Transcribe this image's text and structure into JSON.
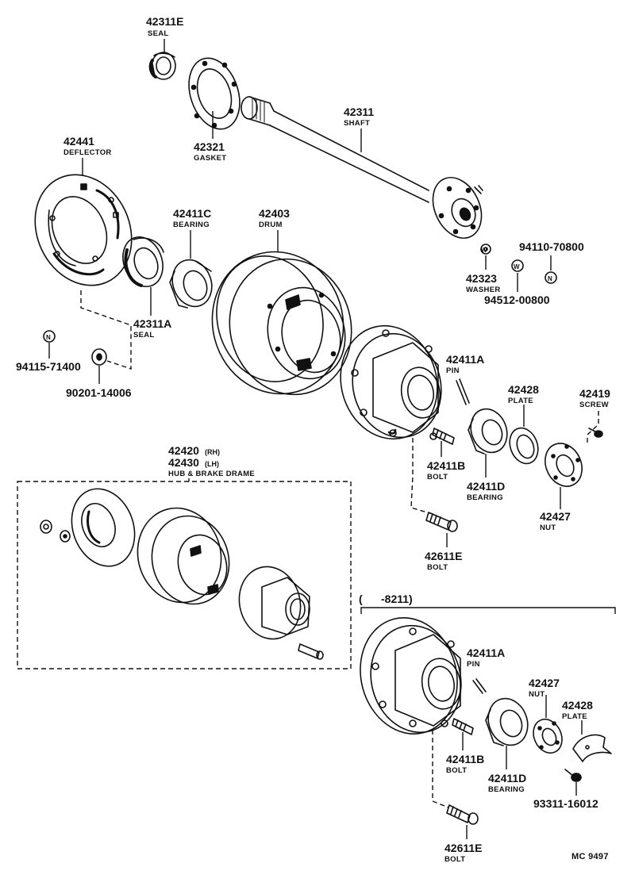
{
  "diagram": {
    "footer_code": "MC 9497",
    "variant_bracket_label": "(      -8211)",
    "labels": {
      "seal_42311e": {
        "number": "42311E",
        "name": "SEAL"
      },
      "gasket_42321": {
        "number": "42321",
        "name": "GASKET"
      },
      "shaft_42311": {
        "number": "42311",
        "name": "SHAFT"
      },
      "deflector_42441": {
        "number": "42441",
        "name": "DEFLECTOR"
      },
      "bearing_42411c": {
        "number": "42411C",
        "name": "BEARING"
      },
      "drum_42403": {
        "number": "42403",
        "name": "DRUM"
      },
      "nut_94110": {
        "number": "94110-70800"
      },
      "washer_42323": {
        "number": "42323",
        "name": "WASHER"
      },
      "washer_94512": {
        "number": "94512-00800"
      },
      "seal_42311a": {
        "number": "42311A",
        "name": "SEAL"
      },
      "nut_94115": {
        "number": "94115-71400"
      },
      "washer_90201": {
        "number": "90201-14006"
      },
      "pin_42411a": {
        "number": "42411A",
        "name": "PIN"
      },
      "plate_42428": {
        "number": "42428",
        "name": "PLATE"
      },
      "screw_42419": {
        "number": "42419",
        "name": "SCREW"
      },
      "hub_assy": {
        "number_rh": "42420",
        "tag_rh": "(RH)",
        "number_lh": "42430",
        "tag_lh": "(LH)",
        "name": "HUB & BRAKE DRAME"
      },
      "bolt_42411b": {
        "number": "42411B",
        "name": "BOLT"
      },
      "bearing_42411d": {
        "number": "42411D",
        "name": "BEARING"
      },
      "nut_42427": {
        "number": "42427",
        "name": "NUT"
      },
      "bolt_42611e": {
        "number": "42611E",
        "name": "BOLT"
      },
      "pin_42411a_b": {
        "number": "42411A",
        "name": "PIN"
      },
      "nut_42427_b": {
        "number": "42427",
        "name": "NUT"
      },
      "plate_42428_b": {
        "number": "42428",
        "name": "PLATE"
      },
      "bolt_42411b_b": {
        "number": "42411B",
        "name": "BOLT"
      },
      "bearing_42411d_b": {
        "number": "42411D",
        "name": "BEARING"
      },
      "screw_93311": {
        "number": "93311-16012"
      },
      "bolt_42611e_b": {
        "number": "42611E",
        "name": "BOLT"
      }
    },
    "marks": {
      "nut_symbol": "N",
      "washer_symbol": "W"
    }
  }
}
